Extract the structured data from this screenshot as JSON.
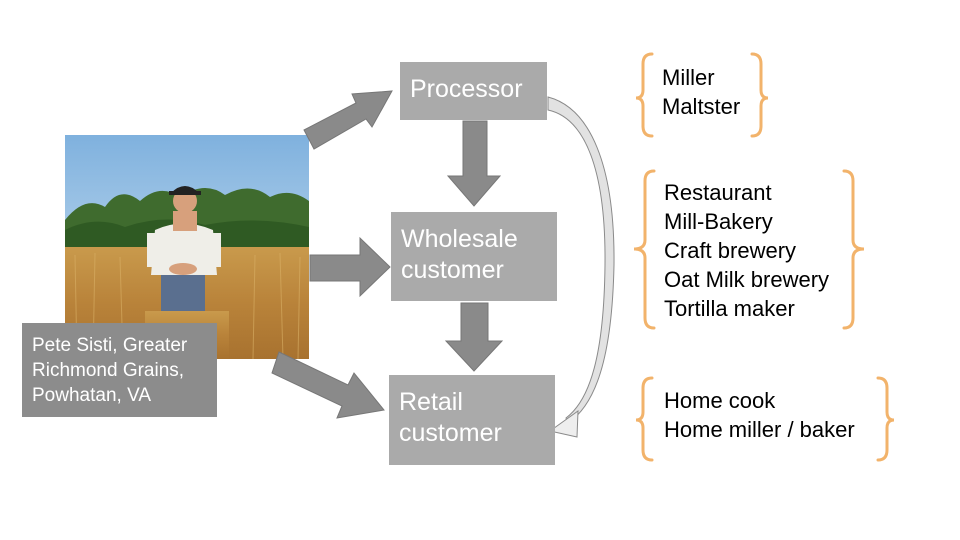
{
  "photo": {
    "caption_lines": [
      "Pete Sisti, Greater",
      "Richmond Grains,",
      "Powhatan, VA"
    ]
  },
  "nodes": {
    "processor": {
      "lines": [
        "Processor"
      ]
    },
    "wholesale": {
      "lines": [
        "Wholesale",
        "customer"
      ]
    },
    "retail": {
      "lines": [
        "Retail",
        "customer"
      ]
    }
  },
  "groups": {
    "processor": [
      "Miller",
      "Maltster"
    ],
    "wholesale": [
      "Restaurant",
      "Mill-Bakery",
      "Craft brewery",
      "Oat Milk brewery",
      "Tortilla maker"
    ],
    "retail": [
      "Home cook",
      "Home miller / baker"
    ]
  },
  "colors": {
    "box": "#aaaaaa",
    "caption_box": "#8c8c8c",
    "arrow": "#8a8a8a",
    "brace": "#f2b36b"
  },
  "icons": {
    "photo": "farmer-in-wheat-field-photo"
  }
}
